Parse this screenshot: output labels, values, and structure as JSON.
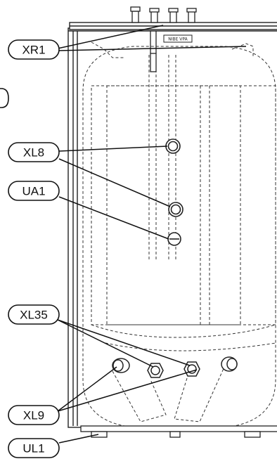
{
  "callouts": {
    "xr1": "XR1",
    "xl8": "XL8",
    "ua1": "UA1",
    "xl35": "XL35",
    "xl9": "XL9",
    "ul1": "UL1"
  },
  "nameplate": "NIBE VPA"
}
